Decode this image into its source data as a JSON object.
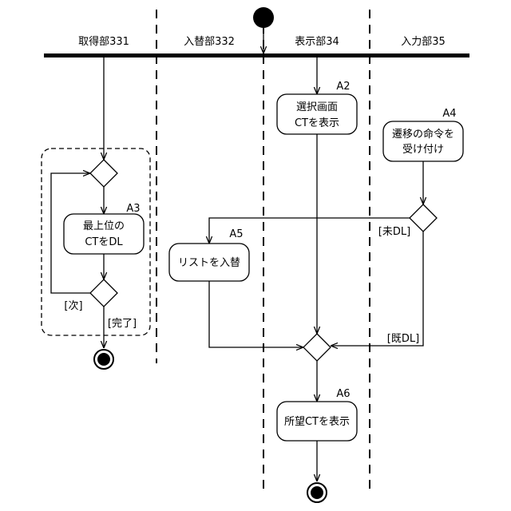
{
  "lanes": [
    {
      "name": "取得部331"
    },
    {
      "name": "入替部332"
    },
    {
      "name": "表示部34"
    },
    {
      "name": "入力部35"
    }
  ],
  "actions": {
    "a2": {
      "id": "A2",
      "lines": [
        "選択画面",
        "CTを表示"
      ]
    },
    "a3": {
      "id": "A3",
      "lines": [
        "最上位の",
        "CTをDL"
      ]
    },
    "a4": {
      "id": "A4",
      "lines": [
        "遷移の命令を",
        "受け付け"
      ]
    },
    "a5": {
      "id": "A5",
      "lines": [
        "リストを入替"
      ]
    },
    "a6": {
      "id": "A6",
      "lines": [
        "所望CTを表示"
      ]
    }
  },
  "guards": {
    "next": "[次]",
    "done": "[完了]",
    "not_downloaded": "[未DL]",
    "already_downloaded": "[既DL]"
  }
}
